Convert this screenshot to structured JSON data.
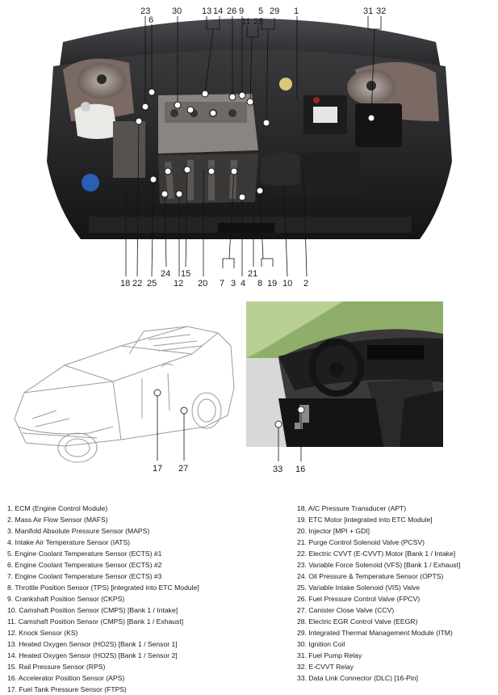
{
  "engine_callouts": [
    "23",
    "30",
    "13",
    "14",
    "26",
    "5",
    "29",
    "1",
    "31",
    "32",
    "6",
    "11",
    "28",
    "9",
    "18",
    "22",
    "25",
    "24",
    "15",
    "12",
    "20",
    "7",
    "3",
    "4",
    "21",
    "8",
    "19",
    "10",
    "2"
  ],
  "car_callouts": [
    "17",
    "27"
  ],
  "interior_callouts": [
    "33",
    "16"
  ],
  "legend": {
    "left": [
      "1. ECM (Engine Control Module)",
      "2. Mass Air Flow Sensor (MAFS)",
      "3. Manifold Absolute Pressure Sensor (MAPS)",
      "4. Intake Air Temperature Sensor (IATS)",
      "5. Engine Coolant Temperature Sensor (ECTS) #1",
      "6. Engine Coolant Temperature Sensor (ECTS) #2",
      "7. Engine Coolant Temperature Sensor (ECTS) #3",
      "8. Throttle Position Sensor (TPS) [integrated into ETC Module]",
      "9. Crankshaft Position Sensor (CKPS)",
      "10. Camshaft Position Sensor (CMPS) [Bank 1 / Intake]",
      "11. Camshaft Position Sensor (CMPS) [Bank 1 / Exhaust]",
      "12. Knock Sensor (KS)",
      "13. Heated Oxygen Sensor (HO2S) [Bank 1 / Sensor 1]",
      "14. Heated Oxygen Sensor (HO2S) [Bank 1 / Sensor 2]",
      "15. Rail Pressure Sensor (RPS)",
      "16. Accelerator Position Sensor (APS)",
      "17. Fuel Tank Pressure Sensor (FTPS)"
    ],
    "right": [
      "18. A/C Pressure Transducer (APT)",
      "19. ETC Motor [integrated into ETC Module]",
      "20. Injector [MPI + GDI]",
      "21. Purge Control Solenoid Valve (PCSV)",
      "22. Electric CVVT (E-CVVT) Motor [Bank 1 / Intake]",
      "23. Variable Force Solenoid (VFS) [Bank 1 / Exhaust]",
      "24. Oil Pressure & Temperature Sensor (OPTS)",
      "25. Variable Intake Solenoid (VIS) Valve",
      "26. Fuel Pressure Control Valve (FPCV)",
      "27. Canister Close Valve (CCV)",
      "28. Electric EGR Control Valve (EEGR)",
      "29. Integrated Thermal Management Module (ITM)",
      "30. Ignition Coil",
      "31. Fuel Pump Relay",
      "32. E-CVVT Relay",
      "33. Data Link Connector (DLC) [16-Pin]"
    ]
  }
}
